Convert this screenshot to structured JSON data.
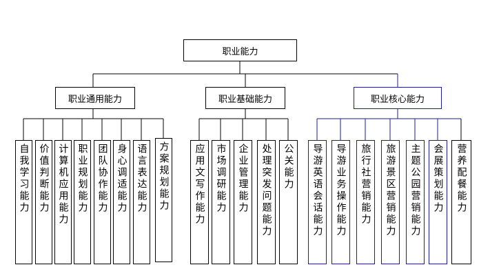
{
  "root": {
    "label": "职业能力"
  },
  "groups": [
    {
      "label": "职业通用能力",
      "color": "#000000",
      "children": [
        "自我学习能力",
        "价值判断能力",
        "计算机应用能力",
        "职业规划能力",
        "团队协作能力",
        "身心调适能力",
        "语言表达能力",
        "方案规划能力"
      ]
    },
    {
      "label": "职业基础能力",
      "color": "#000000",
      "children": [
        "应用文写作能力",
        "市场调研能力",
        "企业管理能力",
        "处理突发问题能力",
        "公关能力"
      ]
    },
    {
      "label": "职业核心能力",
      "color": "#1c1c8c",
      "children": [
        "导游英语会话能力",
        "导游业务操作能力",
        "旅行社营销能力",
        "旅游景区营销能力",
        "主题公园营销能力",
        "会展策划能力",
        "营养配餐能力"
      ]
    }
  ]
}
